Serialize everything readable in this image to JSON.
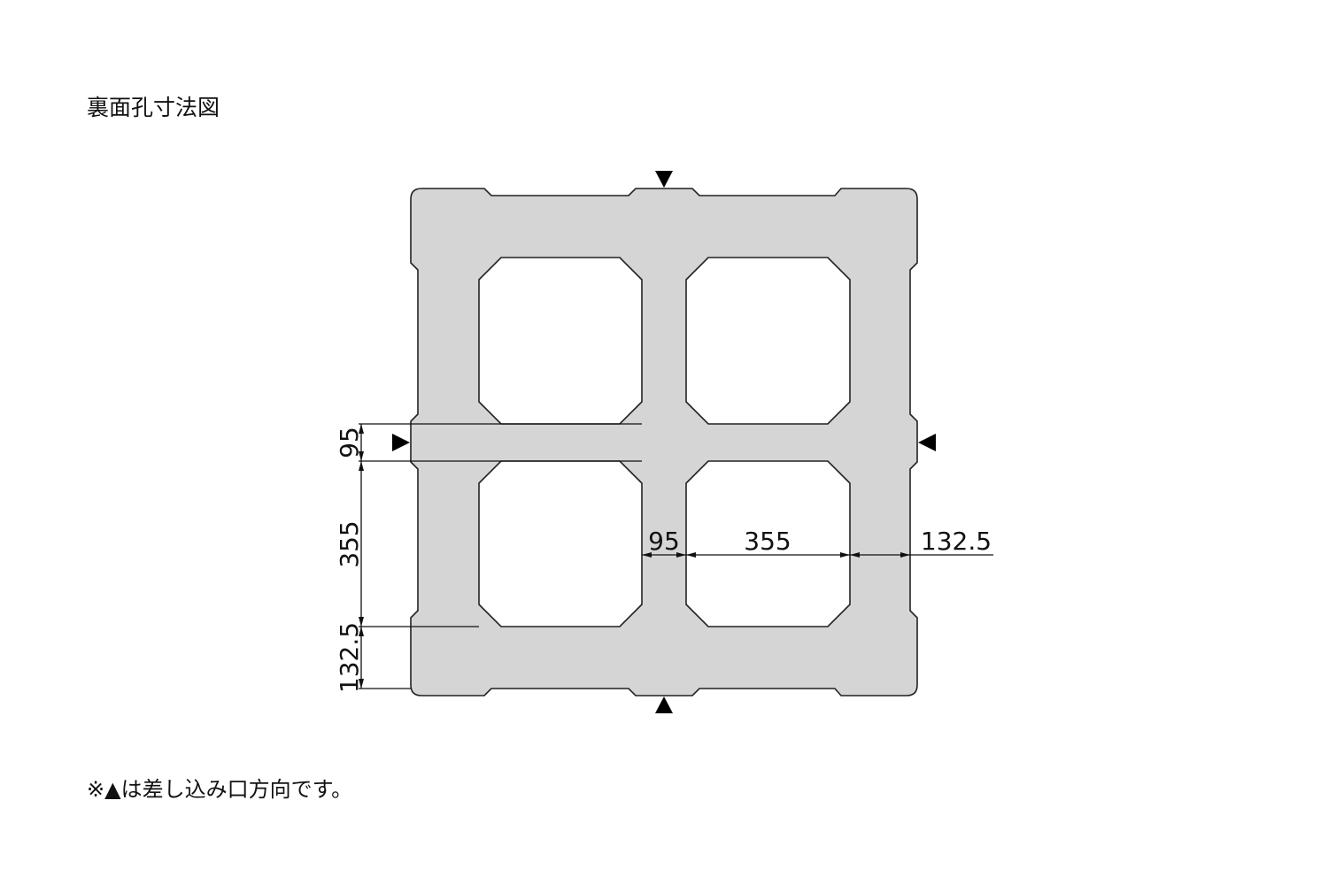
{
  "title": "裏面孔寸法図",
  "note": "※▲は差し込み口方向です。",
  "colors": {
    "fill": "#d5d5d5",
    "stroke": "#222222"
  },
  "dimensions": {
    "vertical": {
      "rib": "95",
      "hole": "355",
      "edge": "132.5"
    },
    "horizontal": {
      "rib": "95",
      "hole": "355",
      "edge": "132.5"
    }
  }
}
